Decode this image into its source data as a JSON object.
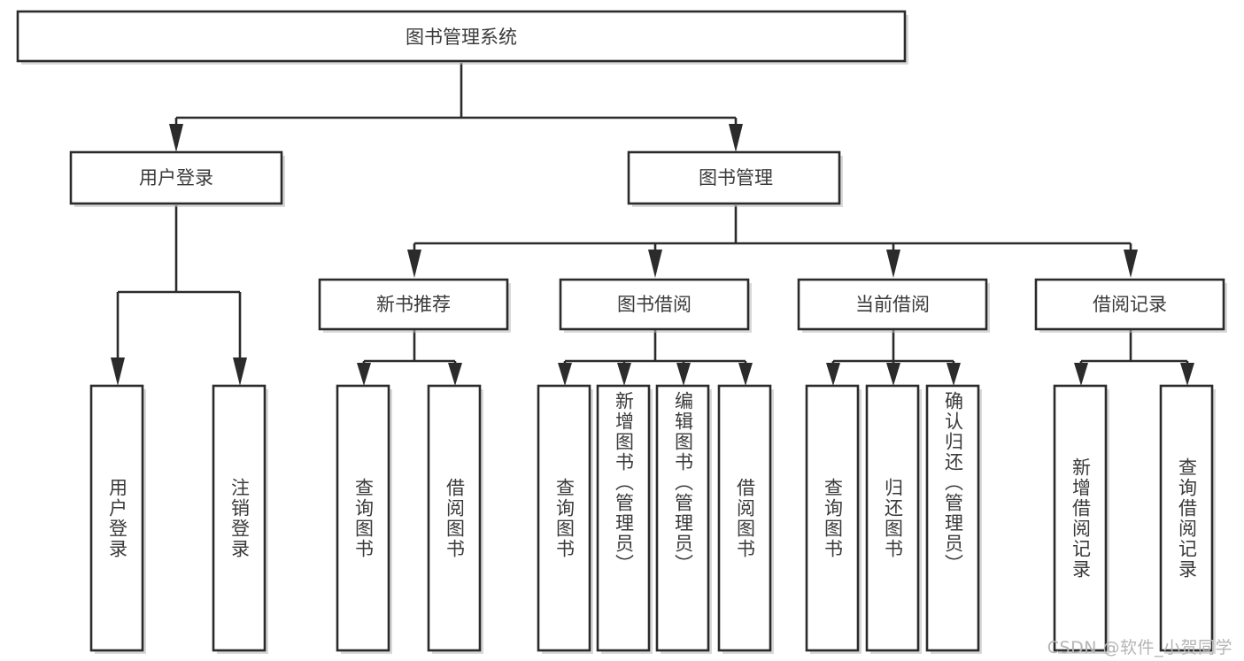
{
  "diagram": {
    "type": "tree",
    "title": "图书管理系统",
    "orientation": "top-down",
    "colors": {
      "box_fill": "#ffffff",
      "box_stroke": "#2b2b2b",
      "text": "#3a3a3a",
      "connector": "#2b2b2b",
      "background": "#ffffff",
      "watermark": "#b5b5b5"
    },
    "root": {
      "id": "root",
      "label": "图书管理系统",
      "orientation": "horizontal"
    },
    "level2": [
      {
        "id": "user-login",
        "label": "用户登录",
        "orientation": "horizontal"
      },
      {
        "id": "book-manage",
        "label": "图书管理",
        "orientation": "horizontal"
      }
    ],
    "level3": [
      {
        "id": "new-book-recommend",
        "label": "新书推荐",
        "orientation": "horizontal",
        "parent": "book-manage"
      },
      {
        "id": "book-borrow",
        "label": "图书借阅",
        "orientation": "horizontal",
        "parent": "book-manage"
      },
      {
        "id": "current-borrow",
        "label": "当前借阅",
        "orientation": "horizontal",
        "parent": "book-manage"
      },
      {
        "id": "borrow-record",
        "label": "借阅记录",
        "orientation": "horizontal",
        "parent": "book-manage"
      }
    ],
    "leaves": [
      {
        "id": "leaf-user-login",
        "label": "用户登录",
        "orientation": "vertical",
        "parent": "user-login"
      },
      {
        "id": "leaf-logout",
        "label": "注销登录",
        "orientation": "vertical",
        "parent": "user-login"
      },
      {
        "id": "leaf-query-book-1",
        "label": "查询图书",
        "orientation": "vertical",
        "parent": "new-book-recommend"
      },
      {
        "id": "leaf-borrow-book-1",
        "label": "借阅图书",
        "orientation": "vertical",
        "parent": "new-book-recommend"
      },
      {
        "id": "leaf-query-book-2",
        "label": "查询图书",
        "orientation": "vertical",
        "parent": "book-borrow"
      },
      {
        "id": "leaf-add-book",
        "label": "新增图书（管理员）",
        "orientation": "vertical",
        "parent": "book-borrow"
      },
      {
        "id": "leaf-edit-book",
        "label": "编辑图书（管理员）",
        "orientation": "vertical",
        "parent": "book-borrow"
      },
      {
        "id": "leaf-borrow-book-2",
        "label": "借阅图书",
        "orientation": "vertical",
        "parent": "book-borrow"
      },
      {
        "id": "leaf-query-book-3",
        "label": "查询图书",
        "orientation": "vertical",
        "parent": "current-borrow"
      },
      {
        "id": "leaf-return-book",
        "label": "归还图书",
        "orientation": "vertical",
        "parent": "current-borrow"
      },
      {
        "id": "leaf-confirm-return",
        "label": "确认归还（管理员）",
        "orientation": "vertical",
        "parent": "current-borrow"
      },
      {
        "id": "leaf-add-record",
        "label": "新增借阅记录",
        "orientation": "vertical",
        "parent": "borrow-record"
      },
      {
        "id": "leaf-query-record",
        "label": "查询借阅记录",
        "orientation": "vertical",
        "parent": "borrow-record"
      }
    ]
  },
  "watermark": {
    "text": "CSDN @软件_小贺同学"
  }
}
